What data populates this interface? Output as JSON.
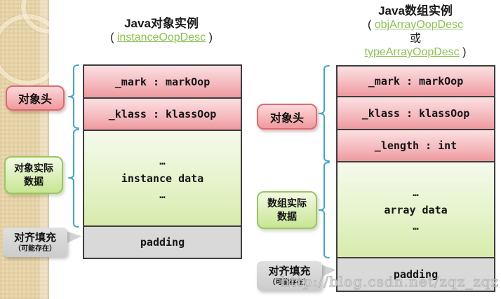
{
  "left": {
    "title": "Java对象实例",
    "paren_open": "( ",
    "link": "instanceOopDesc",
    "paren_close": " )",
    "row_mark": "_mark : markOop",
    "row_klass": "_klass : klassOop",
    "ellipsis": "…",
    "row_data": "instance data",
    "row_padding": "padding",
    "label_header": "对象头",
    "label_data_line1": "对象实际",
    "label_data_line2": "数据",
    "label_align_line1": "对齐填充",
    "label_align_line2": "（可能存在）"
  },
  "right": {
    "title": "Java数组实例",
    "paren_open": "( ",
    "link1": "objArrayOopDesc",
    "or_word": "或",
    "link2": "typeArrayOopDesc",
    "paren_close": " )",
    "row_mark": "_mark : markOop",
    "row_klass": "_klass : klassOop",
    "row_length": "_length : int",
    "ellipsis": "…",
    "row_data": "array data",
    "row_padding": "padding",
    "label_header": "对象头",
    "label_data_line1": "数组实际",
    "label_data_line2": "数据",
    "label_align_line1": "对齐填充",
    "label_align_line2": "（可能存在）"
  },
  "watermark": "http://blog.csdn.net/zqz_zqz",
  "colors": {
    "brace_teal": "#45a5c0",
    "link_green": "#8cc152",
    "pink_row_top": "#fbe0e2",
    "pink_row_bottom": "#ee9a9f",
    "green_row_top": "#f4faec",
    "green_row_bottom": "#d7ebac",
    "gray_row": "#d9d9d9",
    "strip_tan": "#ead9b1"
  }
}
